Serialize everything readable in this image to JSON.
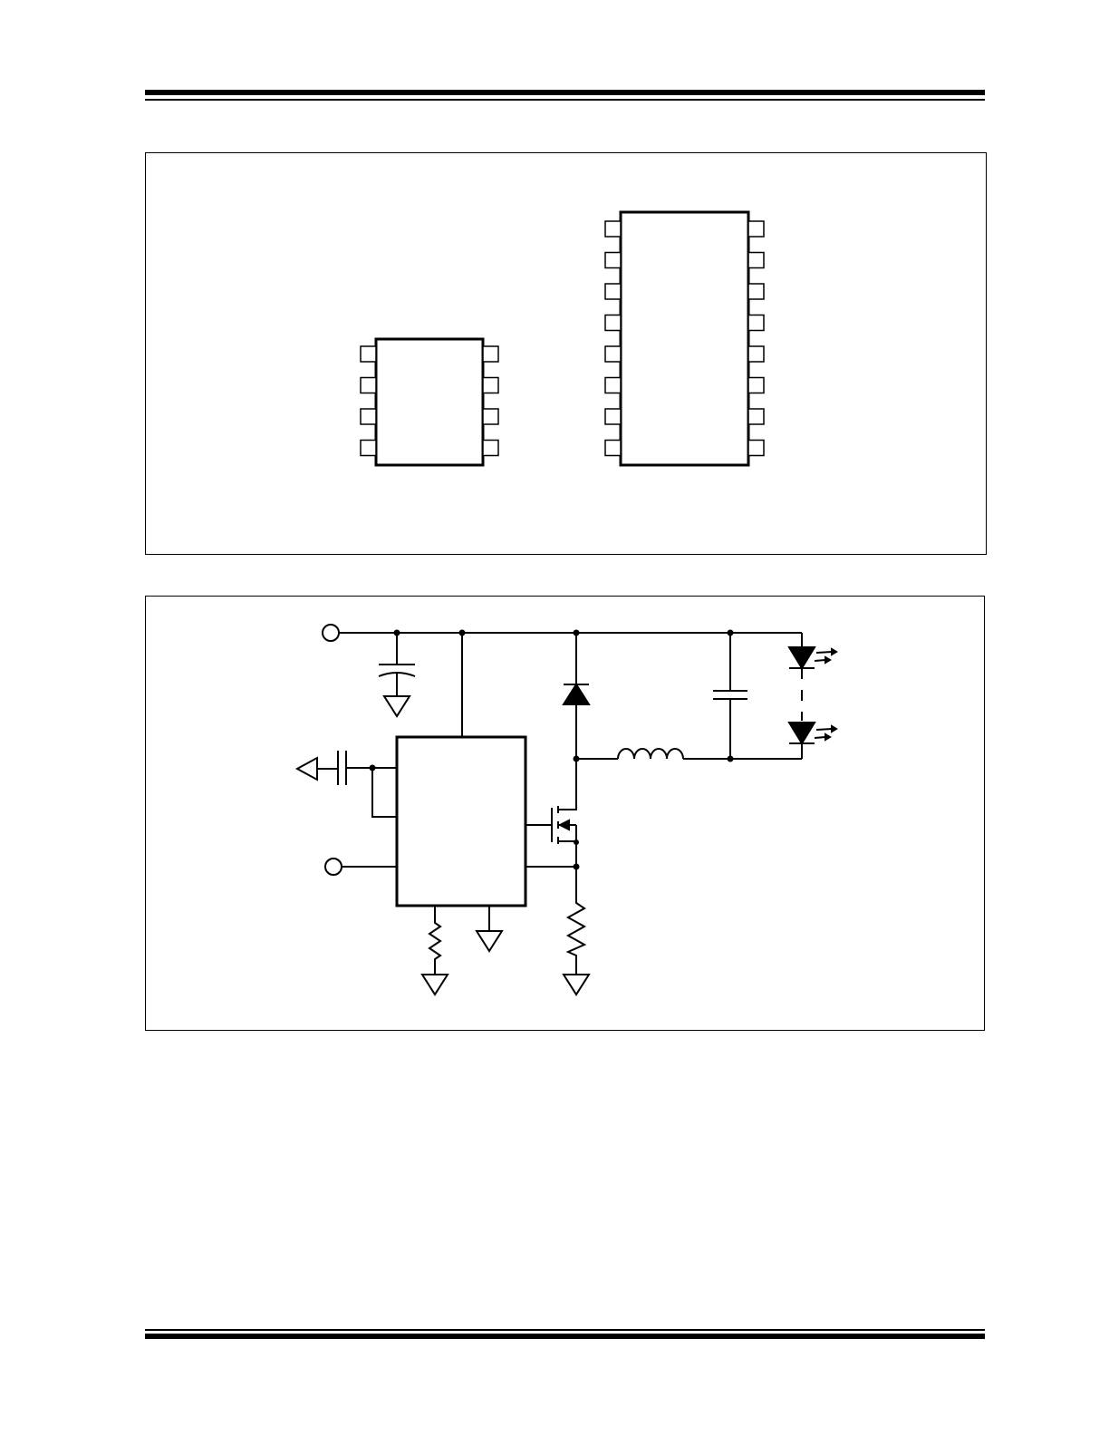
{
  "document": {
    "header_rules": 2,
    "footer_rules": 2
  },
  "package_figure": {
    "chips": [
      {
        "id": "8-pin",
        "pins_per_side": 4
      },
      {
        "id": "16-pin",
        "pins_per_side": 8
      }
    ]
  },
  "circuit_figure": {
    "components": [
      "input-terminal",
      "input-capacitor",
      "controller-ic",
      "schottky-diode",
      "inductor",
      "output-capacitor",
      "led-string",
      "mosfet",
      "sense-resistor",
      "set-resistor",
      "enable-terminal",
      "coupling-capacitor"
    ]
  },
  "colors": {
    "ink": "#000000",
    "paper": "#ffffff",
    "pin_fill": "#ffffff"
  }
}
